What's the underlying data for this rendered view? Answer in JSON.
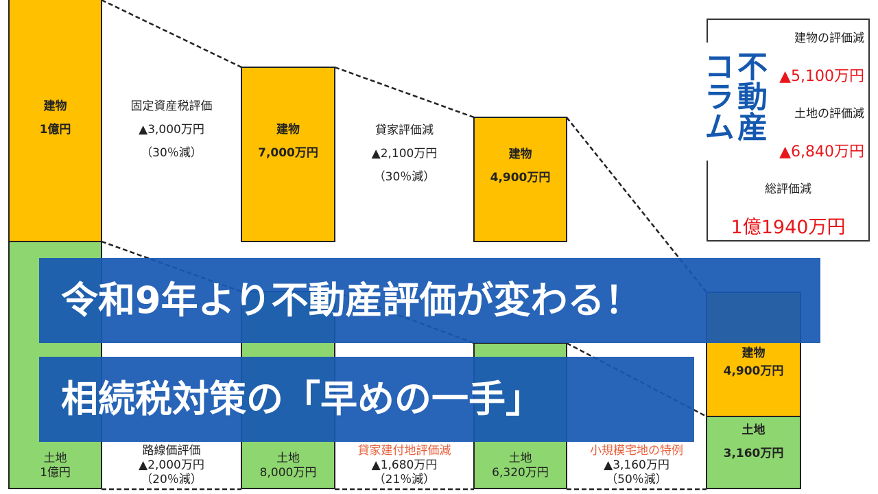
{
  "colors": {
    "building": "#FFC000",
    "land": "#8ED670",
    "banner": "#1858B2",
    "accent_red": "#E8161B",
    "accent_orange": "#E8603C",
    "logo_blue": "#1558B0"
  },
  "columns": [
    {
      "building_label": "建物",
      "building_value": "1億円",
      "land_label": "土地",
      "land_value": "1億円"
    },
    {
      "building_label": "建物",
      "building_value": "7,000万円",
      "land_label": "土地",
      "land_value": "8,000万円"
    },
    {
      "building_label": "建物",
      "building_value": "4,900万円",
      "land_label": "土地",
      "land_value": "6,320万円"
    },
    {
      "building_label": "建物",
      "building_value": "4,900万円",
      "land_label": "土地",
      "land_value": "3,160万円"
    }
  ],
  "reductions": [
    {
      "title": "固定資産税評価",
      "amount": "▲3,000万円",
      "rate": "（30％減）"
    },
    {
      "title": "貸家評価減",
      "amount": "▲2,100万円",
      "rate": "（30％減）"
    },
    {
      "title": "路線価評価",
      "amount": "▲2,000万円",
      "rate": "（20％減）"
    },
    {
      "title": "貸家建付地評価減",
      "amount": "▲1,680万円",
      "rate": "（21％減）"
    },
    {
      "title": "小規模宅地の特例",
      "amount": "▲3,160万円",
      "rate": "（50％減）"
    }
  ],
  "summary": {
    "building_label": "建物の評価減",
    "building_value": "▲5,100万円",
    "land_label": "土地の評価減",
    "land_value": "▲6,840万円",
    "total_label": "総評価減",
    "total_value": "1億1940万円"
  },
  "logo": {
    "col1": "不動産",
    "col2": "コラム"
  },
  "banner": {
    "line1": "令和9年より不動産評価が変わる！",
    "line2": "相続税対策の「早めの一手」"
  }
}
